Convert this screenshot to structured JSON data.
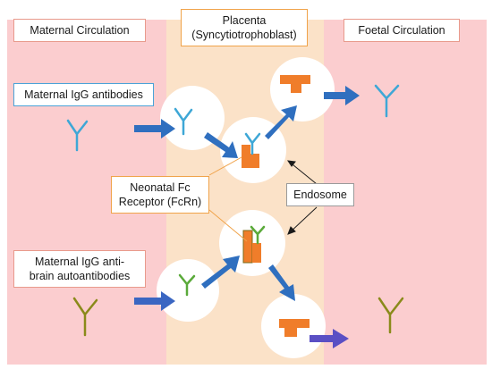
{
  "regions": {
    "maternal": "Maternal Circulation",
    "placenta": "Placenta\n(Syncytiotrophoblast)",
    "foetal": "Foetal Circulation"
  },
  "labels": {
    "maternal_igg": "Maternal IgG antibodies",
    "fcrn": "Neonatal Fc\nReceptor (FcRn)",
    "endosome": "Endosome",
    "autoantibodies": "Maternal IgG anti-\nbrain autoantibodies"
  },
  "colors": {
    "maternal_bg": "#fbcdcf",
    "placenta_bg": "#fbe2c8",
    "endosome": "#ffffff",
    "arrow": "#2f6fbf",
    "igg": "#3ea7d6",
    "autoantibody": "#8a8a1a",
    "receptor": "#f07d2a"
  },
  "icons": [
    "igg-antibody-icon",
    "autoantibody-icon",
    "fcrn-receptor-icon",
    "endosome-circle",
    "arrow-icon"
  ]
}
